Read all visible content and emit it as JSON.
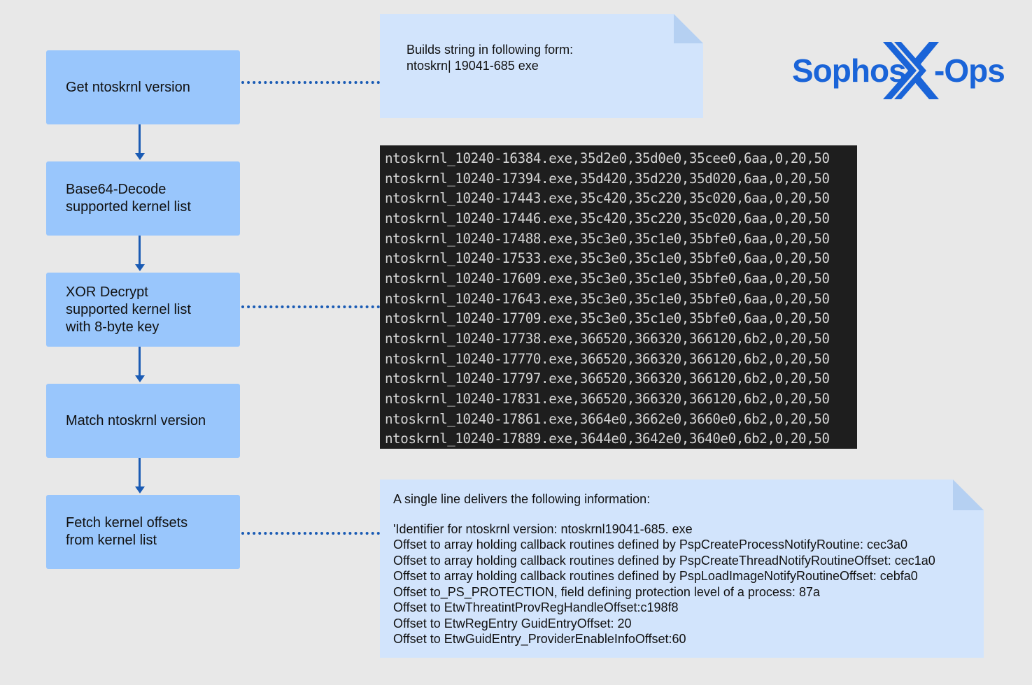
{
  "steps": [
    "Get ntoskrnl version",
    "Base64-Decode\nsupported kernel list",
    "XOR Decrypt\nsupported kernel list\nwith 8-byte key",
    "Match ntoskrnl version",
    "Fetch kernel offsets\nfrom kernel list"
  ],
  "note_top": {
    "lines": [
      "Builds string in following form:",
      "ntoskrn| 19041-685 exe"
    ]
  },
  "kernel_list": [
    "ntoskrnl_10240-16384.exe,35d2e0,35d0e0,35cee0,6aa,0,20,50",
    "ntoskrnl_10240-17394.exe,35d420,35d220,35d020,6aa,0,20,50",
    "ntoskrnl_10240-17443.exe,35c420,35c220,35c020,6aa,0,20,50",
    "ntoskrnl_10240-17446.exe,35c420,35c220,35c020,6aa,0,20,50",
    "ntoskrnl_10240-17488.exe,35c3e0,35c1e0,35bfe0,6aa,0,20,50",
    "ntoskrnl_10240-17533.exe,35c3e0,35c1e0,35bfe0,6aa,0,20,50",
    "ntoskrnl_10240-17609.exe,35c3e0,35c1e0,35bfe0,6aa,0,20,50",
    "ntoskrnl_10240-17643.exe,35c3e0,35c1e0,35bfe0,6aa,0,20,50",
    "ntoskrnl_10240-17709.exe,35c3e0,35c1e0,35bfe0,6aa,0,20,50",
    "ntoskrnl_10240-17738.exe,366520,366320,366120,6b2,0,20,50",
    "ntoskrnl_10240-17770.exe,366520,366320,366120,6b2,0,20,50",
    "ntoskrnl_10240-17797.exe,366520,366320,366120,6b2,0,20,50",
    "ntoskrnl_10240-17831.exe,366520,366320,366120,6b2,0,20,50",
    "ntoskrnl_10240-17861.exe,3664e0,3662e0,3660e0,6b2,0,20,50",
    "ntoskrnl_10240-17889.exe,3644e0,3642e0,3640e0,6b2,0,20,50"
  ],
  "note_bottom": {
    "heading": "A single line delivers the following information:",
    "lines": [
      "'Identifier for ntoskrnl version: ntoskrnl19041-685. exe",
      "Offset to array holding callback routines defined by PspCreateProcessNotifyRoutine: cec3a0",
      "Offset to array holding callback routines defined by PspCreateThreadNotifyRoutineOffset: cec1a0",
      "Offset to array holding callback routines defined by PspLoadImageNotifyRoutineOffset: cebfa0",
      "Offset to_PS_PROTECTION, field defining protection level of a process: 87a",
      "Offset to EtwThreatintProvRegHandleOffset:c198f8",
      "Offset to EtwRegEntry GuidEntryOffset: 20",
      "Offset to EtwGuidEntry_ProviderEnableInfoOffset:60"
    ]
  },
  "logo": {
    "left": "Sophos",
    "right": "-Ops"
  },
  "colors": {
    "step_fill": "#99c6fc",
    "note_fill": "#d2e4fc",
    "arrow": "#1a5bb4",
    "brand": "#1a64d8",
    "console_bg": "#1e1e1e"
  }
}
